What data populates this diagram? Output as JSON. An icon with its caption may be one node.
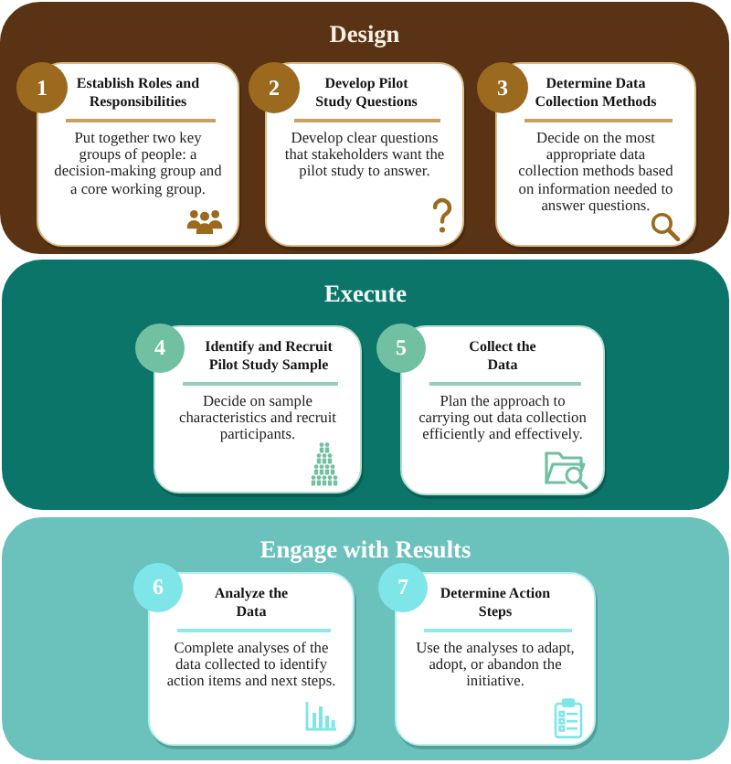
{
  "diagram": {
    "nodes": [
      {
        "text": [
          "Design"
        ]
      },
      {
        "text": [
          "1"
        ],
        "in": 0
      },
      {
        "text": [
          "Establish Roles and Responsibilities",
          "Put together two key groups of people: a decision-making group and a core working group."
        ],
        "in": 0
      },
      {
        "text": [
          "2"
        ],
        "in": 0
      },
      {
        "text": [
          "Develop Pilot Study Questions",
          "Develop clear questions that stakeholders want the pilot study to answer."
        ],
        "in": 0
      },
      {
        "text": [
          "3"
        ],
        "in": 0
      },
      {
        "text": [
          "Determine Data Collection Methods",
          "Decide on the most appropriate data collection methods based on information needed to answer questions."
        ],
        "in": 0
      },
      {
        "text": [
          "Execute"
        ]
      },
      {
        "text": [
          "4"
        ],
        "in": 7
      },
      {
        "text": [
          "Identify and Recruit Pilot Study Sample",
          "Decide on sample characteristics and recruit participants."
        ],
        "in": 7
      },
      {
        "text": [
          "5"
        ],
        "in": 7
      },
      {
        "text": [
          "Collect the Data",
          "Plan the approach to carrying out data collection efficiently and effectively."
        ],
        "in": 7
      },
      {
        "text": [
          "Engage with Results"
        ]
      },
      {
        "text": [
          "6"
        ],
        "in": 12
      },
      {
        "text": [
          "Analyze the Data",
          "Complete analyses of the data collected to identify action items and next steps."
        ],
        "in": 12
      },
      {
        "text": [
          "7"
        ],
        "in": 12
      },
      {
        "text": [
          "Determine Action Steps",
          "Use the analyses to adapt, adopt, or abandon the initiative."
        ],
        "in": 12
      }
    ]
  }
}
